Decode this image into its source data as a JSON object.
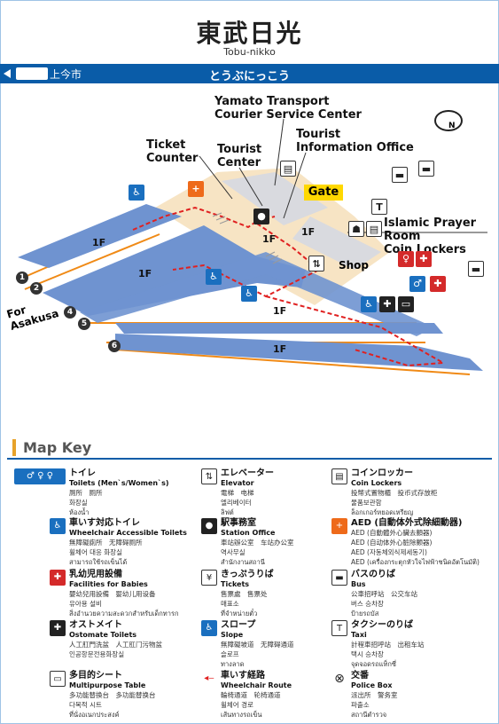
{
  "header": {
    "station_name": "東武日光",
    "station_roman": "Tobu-nikko",
    "line_kana": "とうぶにっこう",
    "direction": "上今市"
  },
  "map": {
    "labels": {
      "yamato": "Yamato Transport\nCourier Service Center",
      "ticket": "Ticket\nCounter",
      "tourist_center": "Tourist\nCenter",
      "tourist_info": "Tourist\nInformation Office",
      "prayer": "Islamic Prayer Room\nCoin Lockers",
      "gate": "Gate",
      "shop": "Shop",
      "for_asakusa": "For\nAsakusa"
    },
    "floors": [
      "1F",
      "1F",
      "1F",
      "1F",
      "1F",
      "1F"
    ],
    "tracks": [
      "1",
      "2",
      "4",
      "5",
      "6"
    ],
    "compass_n": "N"
  },
  "key": {
    "title": "Map Key",
    "items": [
      {
        "jp": "トイレ",
        "en": "Toilets (Men`s/Women`s)",
        "sub": [
          "厕所　厕所",
          "화장실",
          "ห้องน้ำ"
        ]
      },
      {
        "jp": "車いす対応トイレ",
        "en": "Wheelchair Accessible Toilets",
        "sub": [
          "無障礙廁所　无障碍厕所",
          "휠체어 대응 화장실",
          "สามารถใช้รถเข็นได้"
        ]
      },
      {
        "jp": "乳幼児用設備",
        "en": "Facilities for Babies",
        "sub": [
          "嬰幼兒用設備　婴幼儿用设备",
          "유아용 설비",
          "สิ่งอำนวยความสะดวกสำหรับเด็กทารก"
        ]
      },
      {
        "jp": "オストメイト",
        "en": "Ostomate Toilets",
        "sub": [
          "人工肛門洗盆　人工肛门污物盆",
          "인공항문전용화장실"
        ]
      },
      {
        "jp": "多目的シート",
        "en": "Multipurpose Table",
        "sub": [
          "多功能替換台　多功能替换台",
          "다목적 시트",
          "ที่นั่งอเนกประสงค์"
        ]
      },
      {
        "jp": "エレベーター",
        "en": "Elevator",
        "sub": [
          "電梯　电梯",
          "엘리베이터",
          "ลิฟต์"
        ]
      },
      {
        "jp": "駅事務室",
        "en": "Station Office",
        "sub": [
          "車站辦公室　车站办公室",
          "역사무실",
          "สำนักงานสถานี"
        ]
      },
      {
        "jp": "きっぷうりば",
        "en": "Tickets",
        "sub": [
          "售票處　售票处",
          "매표소",
          "ที่จำหน่ายตั๋ว"
        ]
      },
      {
        "jp": "スロープ",
        "en": "Slope",
        "sub": [
          "無障礙坡道　无障碍通道",
          "슬로프",
          "ทางลาด"
        ]
      },
      {
        "jp": "車いす経路",
        "en": "Wheelchair Route",
        "sub": [
          "輪椅通道　轮椅通道",
          "휠체어 경로",
          "เส้นทางรถเข็น"
        ]
      },
      {
        "jp": "コインロッカー",
        "en": "Coin Lockers",
        "sub": [
          "投幣式置物櫃　投币式存放柜",
          "물품보관함",
          "ล็อกเกอร์หยอดเหรียญ"
        ]
      },
      {
        "jp": "AED (自動体外式除細動器)",
        "en": "",
        "sub": [
          "AED (自動體外心臟去顫器)",
          "AED (自动体外心脏除颤器)",
          "AED (자동체외식제세동기)",
          "AED (เครื่องกระตุกหัวใจไฟฟ้าชนิดอัตโนมัติ)"
        ]
      },
      {
        "jp": "バスのりば",
        "en": "Bus",
        "sub": [
          "公車招呼站　公交车站",
          "버스 승차장",
          "ป้ายรถบัส"
        ]
      },
      {
        "jp": "タクシーのりば",
        "en": "Taxi",
        "sub": [
          "計程車招呼站　出租车站",
          "택시 승차장",
          "จุดจอดรถแท็กซี่"
        ]
      },
      {
        "jp": "交番",
        "en": "Police Box",
        "sub": [
          "派出所　警务室",
          "파출소",
          "สถานีตำรวจ"
        ]
      }
    ]
  },
  "colors": {
    "line_blue": "#0a5ca8",
    "platform_blue": "#6f93d0",
    "track_orange": "#f08a16",
    "concourse": "#f7e4c4",
    "route_red": "#e02020"
  }
}
